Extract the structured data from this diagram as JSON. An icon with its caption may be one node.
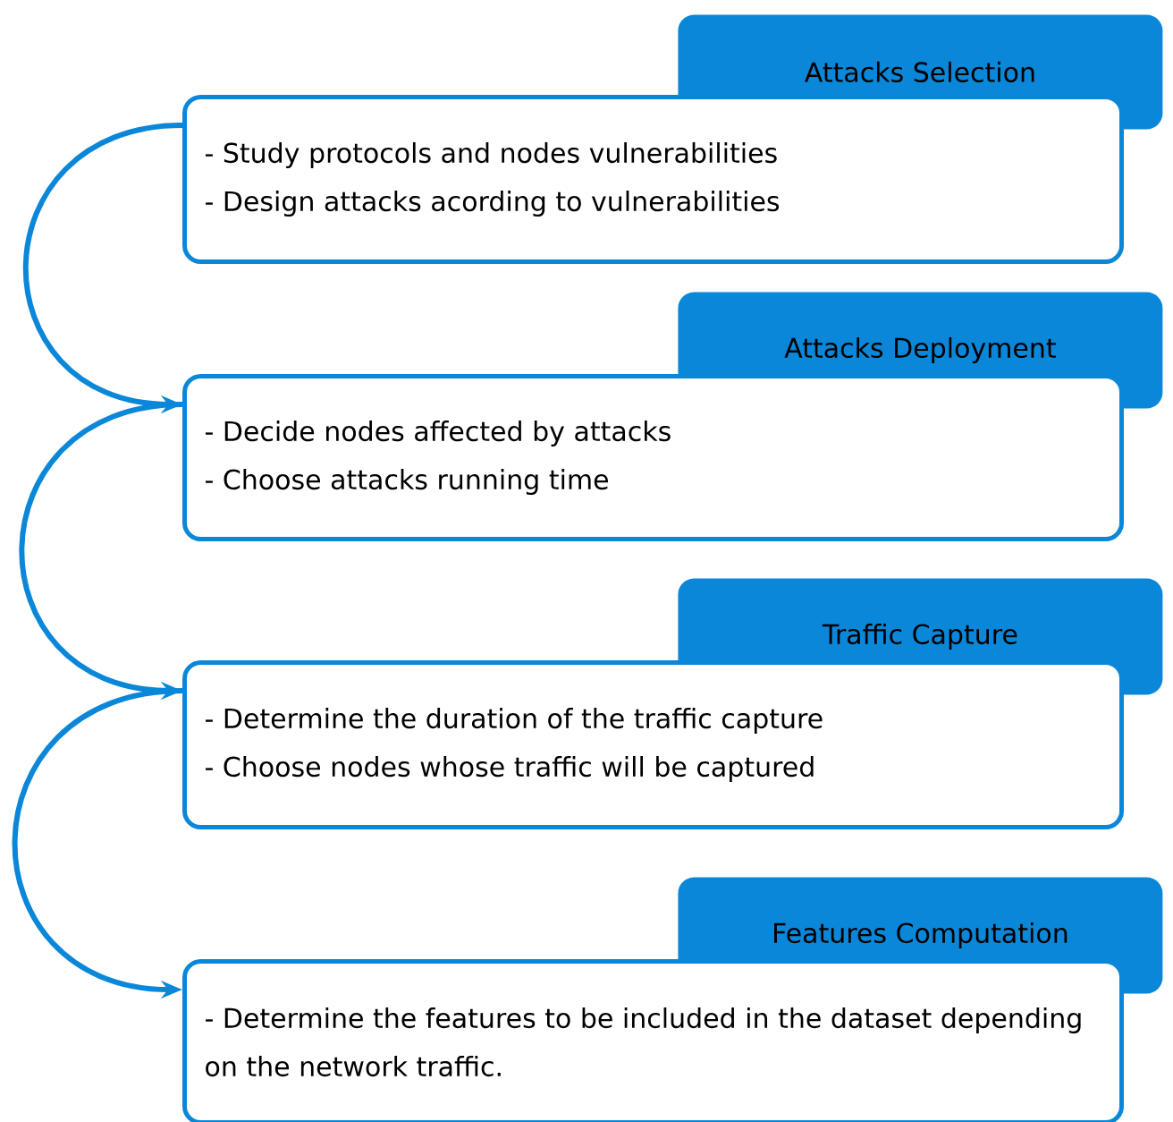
{
  "diagram": {
    "nodes": [
      {
        "text": [
          "Attacks Selection"
        ]
      },
      {
        "text": [
          "- Study protocols and nodes vulnerabilities",
          "- Design attacks acording to vulnerabilities"
        ]
      },
      {
        "text": [
          "Attacks Deployment"
        ]
      },
      {
        "text": [
          "- Decide nodes affected by attacks",
          "- Choose attacks running time"
        ]
      },
      {
        "text": [
          "Traffic Capture"
        ]
      },
      {
        "text": [
          "- Determine the duration of the traffic capture",
          "- Choose nodes whose traffic will be captured"
        ]
      },
      {
        "text": [
          "Features Computation"
        ]
      },
      {
        "text": [
          "- Determine the features to be included in the dataset depending on the network traffic."
        ]
      }
    ],
    "edges": [
      {
        "from": 1,
        "to": 3,
        "arrow": "to"
      },
      {
        "from": 3,
        "to": 5,
        "arrow": "to"
      },
      {
        "from": 5,
        "to": 7,
        "arrow": "to"
      }
    ]
  }
}
